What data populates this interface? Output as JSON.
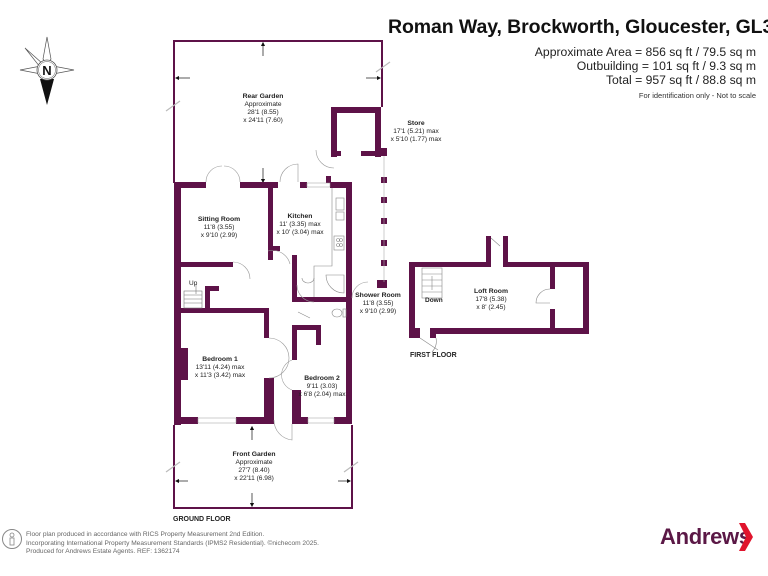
{
  "header": {
    "title": "Roman Way, Brockworth, Gloucester, GL3",
    "areas": [
      "Approximate Area = 856 sq ft / 79.5 sq m",
      "Outbuilding = 101 sq ft / 9.3 sq m",
      "Total = 957 sq ft / 88.8 sq m"
    ],
    "disclaimer": "For identification only - Not to scale"
  },
  "compass": {
    "letter": "N",
    "icon": "north-arrow-icon"
  },
  "colors": {
    "wall": "#5e1248",
    "brand": "#5b1846",
    "brand_accent": "#e0142d",
    "text": "#222222"
  },
  "rooms": {
    "rear_garden": {
      "name": "Rear Garden",
      "lines": [
        "Approximate",
        "28'1 (8.55)",
        "x 24'11 (7.60)"
      ]
    },
    "store": {
      "name": "Store",
      "lines": [
        "17'1 (5.21) max",
        "x 5'10 (1.77) max"
      ]
    },
    "sitting_room": {
      "name": "Sitting Room",
      "lines": [
        "11'8 (3.55)",
        "x 9'10 (2.99)"
      ]
    },
    "kitchen": {
      "name": "Kitchen",
      "lines": [
        "11' (3.35) max",
        "x 10' (3.04) max"
      ]
    },
    "shower_room": {
      "name": "Shower Room",
      "lines": [
        "11'8 (3.55)",
        "x 9'10 (2.99)"
      ]
    },
    "bedroom_1": {
      "name": "Bedroom 1",
      "lines": [
        "13'11 (4.24) max",
        "x 11'3 (3.42) max"
      ]
    },
    "bedroom_2": {
      "name": "Bedroom 2",
      "lines": [
        "9'11 (3.03)",
        "x 6'8 (2.04) max"
      ]
    },
    "front_garden": {
      "name": "Front Garden",
      "lines": [
        "Approximate",
        "27'7 (8.40)",
        "x 22'11 (6.98)"
      ]
    },
    "loft_room": {
      "name": "Loft Room",
      "lines": [
        "17'8 (5.38)",
        "x 8' (2.45)"
      ]
    }
  },
  "stairs": {
    "up": "Up",
    "down": "Down"
  },
  "floors": {
    "ground": "GROUND FLOOR",
    "first": "FIRST FLOOR"
  },
  "footer": {
    "lines": [
      "Floor plan produced in accordance with RICS Property Measurement 2nd Edition.",
      "Incorporating International Property Measurement Standards (IPMS2 Residential).   ©nichecom 2025.",
      "Produced for Andrews Estate Agents.    REF: 1362174"
    ],
    "icon": "person-icon"
  },
  "brand": {
    "name": "Andrews",
    "icon": "chevron-right-icon"
  }
}
